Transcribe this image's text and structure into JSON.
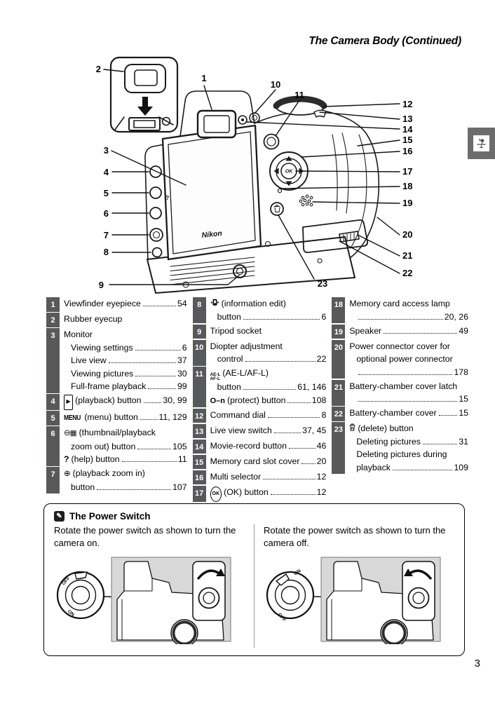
{
  "page": {
    "title": "The Camera Body (Continued)",
    "number": "3"
  },
  "chapter_tab": {
    "icon": "weathervane-chapter-icon"
  },
  "diagram": {
    "brand": "Nikon",
    "ok_label": "OK",
    "help_mark": "?",
    "callouts": [
      "1",
      "2",
      "3",
      "4",
      "5",
      "6",
      "7",
      "8",
      "9",
      "10",
      "11",
      "12",
      "13",
      "14",
      "15",
      "16",
      "17",
      "18",
      "19",
      "20",
      "21",
      "22",
      "23"
    ]
  },
  "legend": {
    "columns": [
      {
        "entries": [
          {
            "num": "1",
            "lines": [
              {
                "text": "Viewfinder eyepiece",
                "page": "54"
              }
            ]
          },
          {
            "num": "2",
            "lines": [
              {
                "text": "Rubber eyecup"
              }
            ]
          },
          {
            "num": "3",
            "lines": [
              {
                "text": "Monitor"
              },
              {
                "text": "Viewing settings",
                "page": "6",
                "indent": true
              },
              {
                "text": "Live view",
                "page": "37",
                "indent": true
              },
              {
                "text": "Viewing pictures",
                "page": "30",
                "indent": true
              },
              {
                "text": "Full-frame playback",
                "page": "99",
                "indent": true
              }
            ]
          },
          {
            "num": "4",
            "lines": [
              {
                "icon": "playback-icon",
                "text": "(playback) button",
                "page": "30, 99"
              }
            ]
          },
          {
            "num": "5",
            "lines": [
              {
                "icon": "menu-icon",
                "icon_text": "MENU",
                "text": "(menu) button",
                "page": "11, 129"
              }
            ]
          },
          {
            "num": "6",
            "lines": [
              {
                "icon": "thumbnail-zoom-out-icon",
                "text": "(thumbnail/playback"
              },
              {
                "text": "zoom out) button",
                "page": "105",
                "indent": true
              },
              {
                "icon": "help-icon",
                "icon_text": "?",
                "text": "(help) button",
                "page": "11"
              }
            ]
          },
          {
            "num": "7",
            "lines": [
              {
                "icon": "zoom-in-icon",
                "text": "(playback zoom in)"
              },
              {
                "text": "button",
                "page": "107",
                "indent": true
              }
            ]
          }
        ]
      },
      {
        "entries": [
          {
            "num": "8",
            "lines": [
              {
                "icon": "info-edit-icon",
                "text": "(information edit)"
              },
              {
                "text": "button",
                "page": "6",
                "indent": true
              }
            ]
          },
          {
            "num": "9",
            "lines": [
              {
                "text": "Tripod socket"
              }
            ]
          },
          {
            "num": "10",
            "lines": [
              {
                "text": "Diopter adjustment"
              },
              {
                "text": "control",
                "page": "22",
                "indent": true
              }
            ]
          },
          {
            "num": "11",
            "lines": [
              {
                "icon": "ae-l-af-l-icon",
                "icon_text": "AE-L\nAF-L",
                "text": "(AE-L/AF-L)"
              },
              {
                "text": "button",
                "page": "61, 146",
                "indent": true
              },
              {
                "icon": "protect-icon",
                "icon_text": "O–n",
                "text": "(protect) button",
                "page": "108"
              }
            ]
          },
          {
            "num": "12",
            "lines": [
              {
                "text": "Command dial",
                "page": "8"
              }
            ]
          },
          {
            "num": "13",
            "lines": [
              {
                "text": "Live view switch",
                "page": "37, 45"
              }
            ]
          },
          {
            "num": "14",
            "lines": [
              {
                "text": "Movie-record button",
                "page": "46"
              }
            ]
          },
          {
            "num": "15",
            "lines": [
              {
                "text": "Memory card slot cover",
                "page": "20"
              }
            ]
          },
          {
            "num": "16",
            "lines": [
              {
                "text": "Multi selector",
                "page": "12"
              }
            ]
          },
          {
            "num": "17",
            "lines": [
              {
                "icon": "ok-icon",
                "icon_text": "OK",
                "text": "(OK) button",
                "page": "12"
              }
            ]
          }
        ]
      },
      {
        "entries": [
          {
            "num": "18",
            "lines": [
              {
                "text": "Memory card access lamp"
              },
              {
                "page": "20, 26",
                "indent": true
              }
            ]
          },
          {
            "num": "19",
            "lines": [
              {
                "text": "Speaker",
                "page": "49"
              }
            ]
          },
          {
            "num": "20",
            "lines": [
              {
                "text": "Power connector cover for"
              },
              {
                "text": "optional power connector",
                "indent": true
              },
              {
                "page": "178",
                "indent": true
              }
            ]
          },
          {
            "num": "21",
            "lines": [
              {
                "text": "Battery-chamber cover latch"
              },
              {
                "page": "15",
                "indent": true
              }
            ]
          },
          {
            "num": "22",
            "lines": [
              {
                "text": "Battery-chamber cover",
                "page": "15"
              }
            ]
          },
          {
            "num": "23",
            "lines": [
              {
                "icon": "delete-icon",
                "text": "(delete) button"
              },
              {
                "text": "Deleting pictures",
                "page": "31",
                "indent": true
              },
              {
                "text": "Deleting pictures during",
                "indent": true
              },
              {
                "text": "playback",
                "page": "109",
                "indent": true
              }
            ]
          }
        ]
      }
    ]
  },
  "power_switch": {
    "title": "The Power Switch",
    "note_icon": "pencil-note-icon",
    "on_instruction": "Rotate the power switch as shown to turn the camera on.",
    "off_instruction": "Rotate the power switch as shown to turn the camera off.",
    "dial_off": "OFF",
    "dial_on": "ON"
  },
  "colors": {
    "badge": "#58595b",
    "tab": "#6b6c6e",
    "panel_gray": "#d8d8d8"
  }
}
